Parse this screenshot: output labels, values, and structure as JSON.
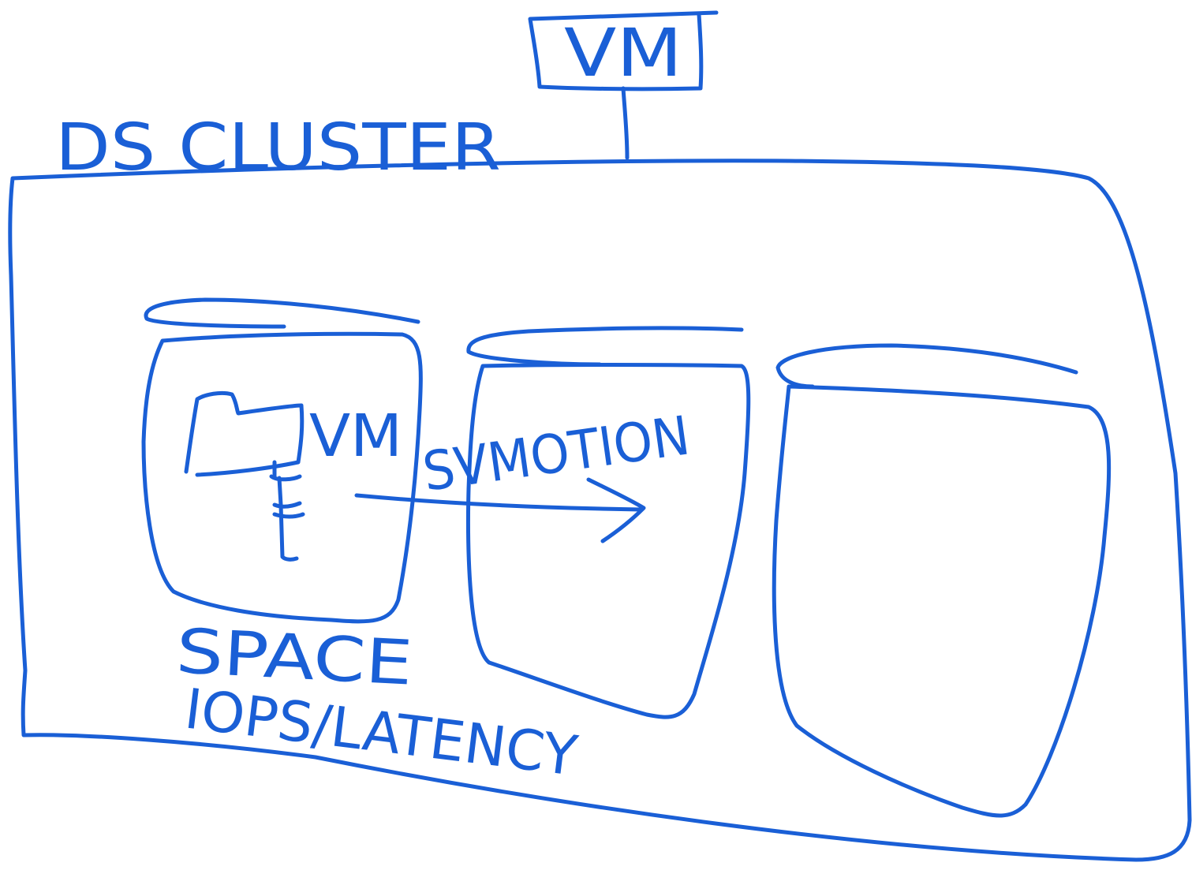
{
  "ink_color": "#1a5fd6",
  "background": "#ffffff",
  "diagram": {
    "top_vm_label": "VM",
    "cluster_label": "DS CLUSTER",
    "inner_vm_label": "VM",
    "migration_label": "SVMOTION",
    "metrics_line1": "SPACE",
    "metrics_line2": "IOPS/LATENCY"
  }
}
